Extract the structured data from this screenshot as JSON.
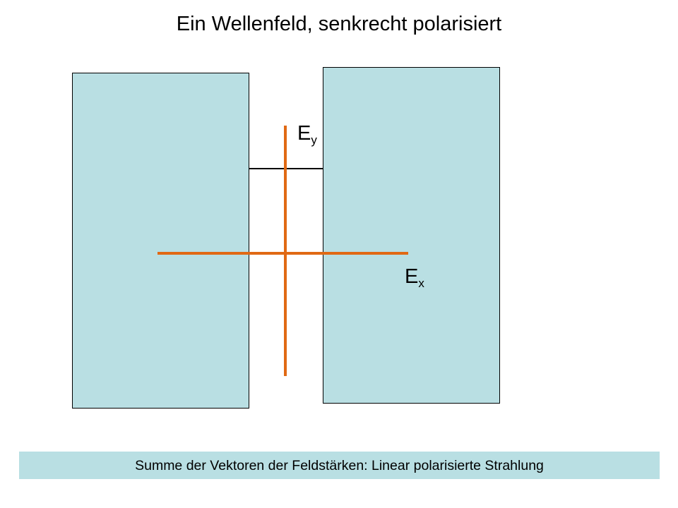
{
  "title": "Ein Wellenfeld, senkrecht polarisiert",
  "vectors": {
    "y": {
      "base": "E",
      "sub": "y"
    },
    "x": {
      "base": "E",
      "sub": "x"
    }
  },
  "caption": "Summe der Vektoren der Feldstärken: Linear polarisierte Strahlung",
  "colors": {
    "panel": "#b9dfe3",
    "vector": "#e06914"
  }
}
